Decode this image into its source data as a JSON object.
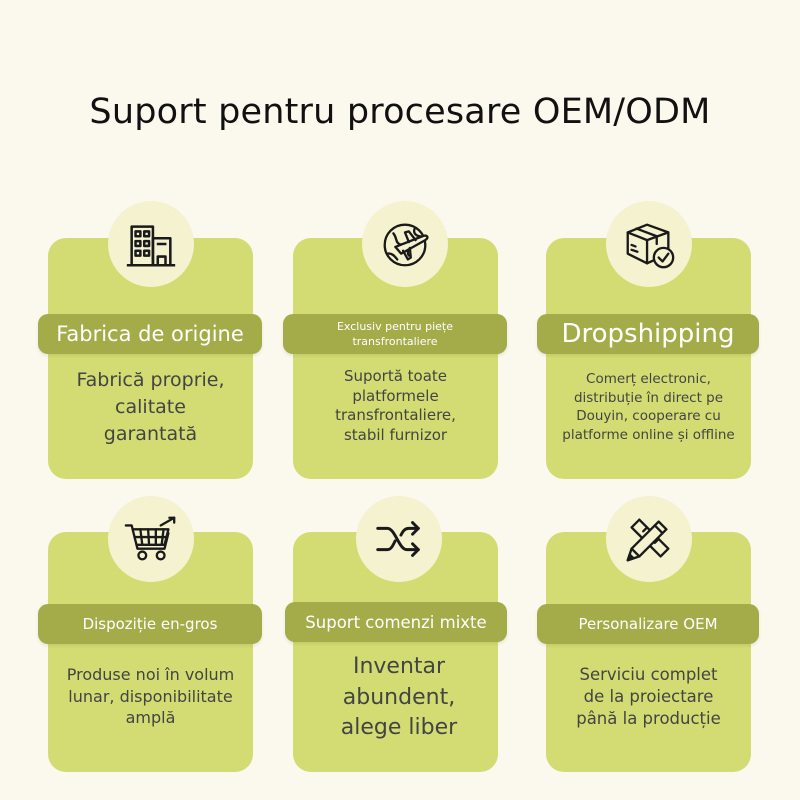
{
  "title": "Suport pentru procesare OEM/ODM",
  "cards": [
    {
      "icon": "building-icon",
      "label": "Fabrica de origine",
      "desc_lines": [
        "Fabrică proprie,",
        "calitate",
        "garantată"
      ]
    },
    {
      "icon": "globe-airplane-icon",
      "label_lines": [
        "Exclusiv pentru piețe",
        "transfrontaliere"
      ],
      "desc_lines": [
        "Suportă toate",
        "platformele",
        "transfrontaliere,",
        "stabil furnizor"
      ]
    },
    {
      "icon": "package-check-icon",
      "label": "Dropshipping",
      "desc_lines": [
        "Comerț electronic,",
        "distribuție în direct pe",
        "Douyin, cooperare cu",
        "platforme online și offline"
      ]
    },
    {
      "icon": "shopping-cart-icon",
      "label": "Dispoziție en-gros",
      "desc_lines": [
        "Produse noi în volum",
        "lunar, disponibilitate",
        "amplă"
      ]
    },
    {
      "icon": "shuffle-icon",
      "label": "Suport comenzi mixte",
      "desc_lines": [
        "Inventar",
        "abundent,",
        "alege liber"
      ]
    },
    {
      "icon": "pencil-ruler-icon",
      "label": "Personalizare OEM",
      "desc_lines": [
        "Serviciu complet",
        "de la proiectare",
        "până la producție"
      ]
    }
  ]
}
